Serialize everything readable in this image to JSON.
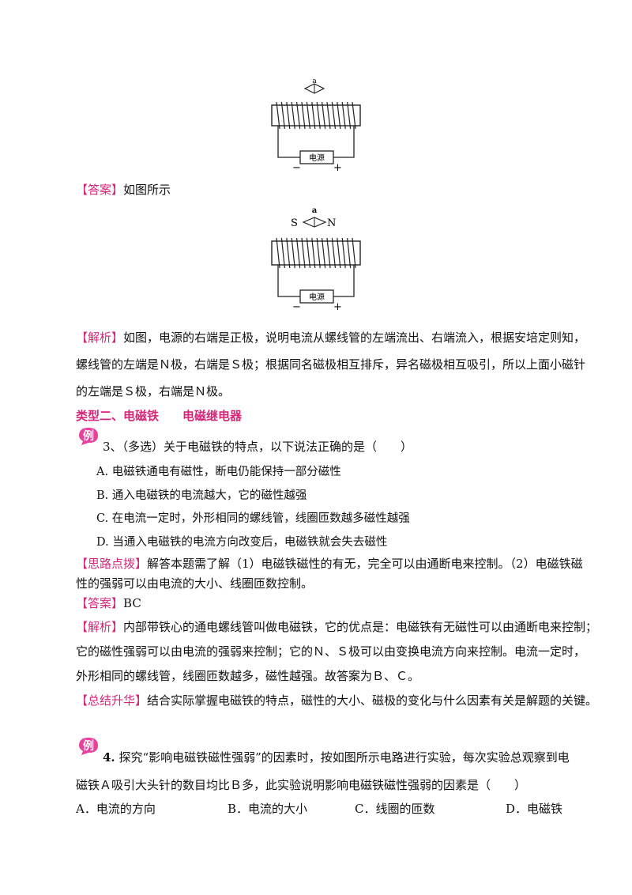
{
  "figure1": {
    "compass_letter": "a",
    "power_label": "电源",
    "minus": "−",
    "plus": "+"
  },
  "answer1": {
    "tag": "【答案】",
    "text": "如图所示"
  },
  "figure2": {
    "compass_letter": "a",
    "pole_left": "S",
    "pole_right": "N",
    "power_label": "电源",
    "minus": "−",
    "plus": "+"
  },
  "analysis1": {
    "tag": "【解析】",
    "line1": "如图，电源的右端是正极，说明电流从螺线管的左端流出、右端流入，根据安培定则知，",
    "line2": "螺线管的左端是Ｎ极，右端是Ｓ极；根据同名磁极相互排斥，异名磁极相互吸引，所以上面小磁针",
    "line3": "的左端是Ｓ极，右端是Ｎ极。"
  },
  "section2": {
    "title": "类型二、电磁铁　　电磁继电器"
  },
  "badge": {
    "char": "例"
  },
  "q3": {
    "stem": "3、（多选）关于电磁铁的特点，以下说法正确的是（　　）",
    "options": [
      "A.  电磁铁通电有磁性，断电仍能保持一部分磁性",
      "B.  通入电磁铁的电流越大，它的磁性越强",
      "C.  在电流一定时，外形相同的螺线管，线圈匝数越多磁性越强",
      "D.  当通入电磁铁的电流方向改变后，电磁铁就会失去磁性"
    ],
    "hint_tag": "【思路点拨】",
    "hint_line1": "解答本题需了解（1）电磁铁磁性的有无，完全可以由通断电来控制。（2）电磁铁磁",
    "hint_line2": "性的强弱可以由电流的大小、线圈匝数控制。",
    "answer_tag": "【答案】",
    "answer": "BC",
    "analysis_tag": "【解析】",
    "analysis_line1": "内部带铁心的通电螺线管叫做电磁铁，它的优点是：电磁铁有无磁性可以由通断电来控制；",
    "analysis_line2": "它的磁性强弱可以由电流的强弱来控制；它的Ｎ、Ｓ极可以由变换电流方向来控制。电流一定时，",
    "analysis_line3": "外形相同的螺线管，线圈匝数越多，磁性越强。故答案为Ｂ、Ｃ。",
    "summary_tag": "【总结升华】",
    "summary": "结合实际掌握电磁铁的特点，磁性的大小、磁极的变化与什么因素有关是解题的关键。"
  },
  "q4": {
    "number": "4.",
    "stem_line1": "探究“影响电磁铁磁性强弱”的因素时，按如图所示电路进行实验，每次实验总观察到电",
    "stem_line2": "磁铁Ａ吸引大头针的数目均比Ｂ多，此实验说明影响电磁铁磁性强弱的因素是（　　）",
    "options": [
      "A．电流的方向",
      "B．电流的大小",
      "C．线圈的匝数",
      "D．电磁铁"
    ]
  }
}
